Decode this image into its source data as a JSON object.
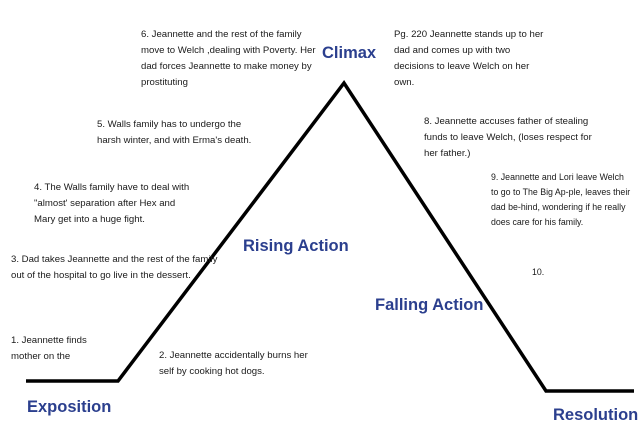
{
  "labels": {
    "climax": "Climax",
    "rising_action": "Rising Action",
    "falling_action": "Falling Action",
    "exposition": "Exposition",
    "resolution": "Resolution"
  },
  "events": [
    "1. Jeannette finds mother on the",
    "2. Jeannette accidentally burns her self by cooking hot dogs.",
    "3. Dad takes Jeannette and the rest of the family out of the hospital to go live in the dessert.",
    "4. The Walls family have to deal with \"almost' separation after Hex and Mary get into a huge fight.",
    "5. Walls family has to undergo the harsh winter, and with Erma's death.",
    "6. Jeannette and the rest of the family move to Welch ,dealing with Poverty. Her dad forces Jeannette to make money by prostituting",
    "Pg. 220 Jeannette stands up to her dad and comes up with two decisions to leave Welch on her own.",
    "8. Jeannette accuses father of stealing funds to leave Welch, (loses respect for her father.)",
    "9. Jeannette and Lori leave Welch to go to The Big Ap-ple, leaves their dad be-hind, wondering if he really does care for his family.",
    "10."
  ],
  "colors": {
    "line": "#000000",
    "stage_label": "#2b3f8e",
    "text": "#1a1a1a"
  }
}
